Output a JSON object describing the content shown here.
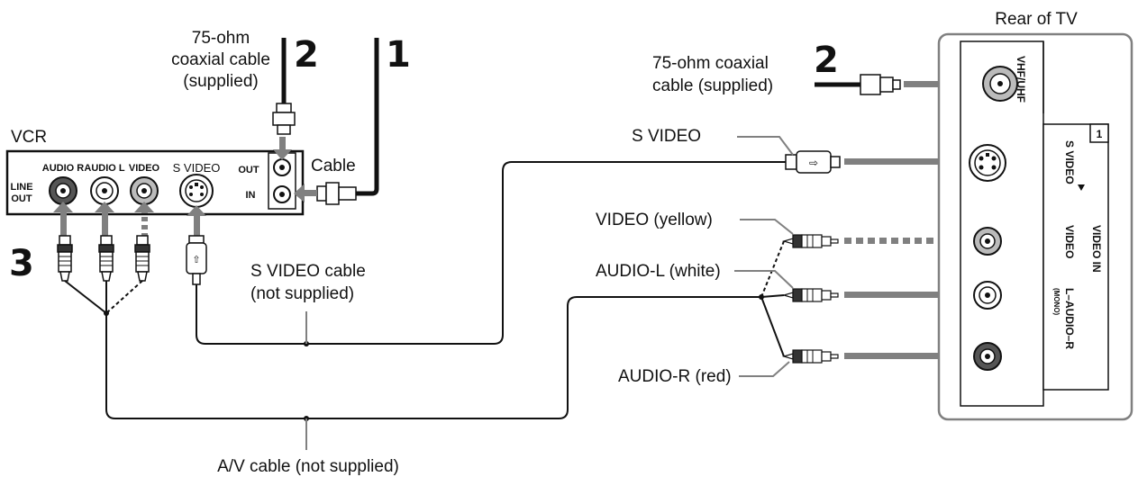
{
  "title_rear_tv": "Rear of TV",
  "vcr_label": "VCR",
  "steps": {
    "one": "1",
    "two_left": "2",
    "two_right": "2",
    "three": "3"
  },
  "left_coax": {
    "line1": "75-ohm",
    "line2": "coaxial cable",
    "line3": "(supplied)"
  },
  "right_coax": {
    "line1": "75-ohm coaxial",
    "line2": "cable (supplied)"
  },
  "cable_label": "Cable",
  "vcr_panel": {
    "audio_r": "AUDIO R",
    "audio_l": "AUDIO L",
    "video": "VIDEO",
    "s_video": "S VIDEO",
    "out": "OUT",
    "in": "IN",
    "line": "LINE",
    "out2": "OUT"
  },
  "callouts": {
    "s_video": "S VIDEO",
    "video_yellow": "VIDEO (yellow)",
    "audio_l_white": "AUDIO-L (white)",
    "audio_r_red": "AUDIO-R (red)",
    "s_video_cable_1": "S VIDEO cable",
    "s_video_cable_2": "(not supplied)",
    "av_cable": "A/V cable (not supplied)"
  },
  "tv_panel": {
    "vhf_uhf": "VHF/UHF",
    "s_video": "S VIDEO",
    "box_number": "1",
    "video_in": "VIDEO IN",
    "video": "VIDEO",
    "audio": "L–AUDIO–R",
    "mono": "(MONO)"
  },
  "colors": {
    "arrow": "#808080",
    "cable": "#111111",
    "panel_border": "#808080",
    "jack_red_ring": "#5a5a5a",
    "jack_white_ring": "#ffffff",
    "jack_yellow_ring": "#bdbdbd"
  },
  "icons": [
    "rca-jack",
    "s-video-jack",
    "coax-f-connector",
    "rca-plug",
    "s-video-plug",
    "arrow"
  ]
}
